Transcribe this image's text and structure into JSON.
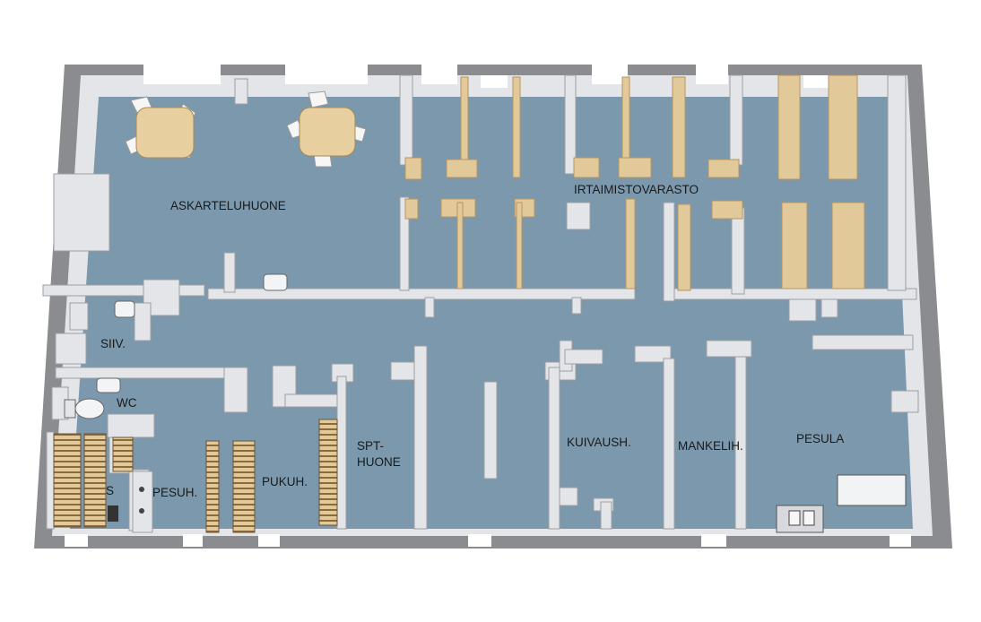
{
  "colors": {
    "floor": "#7b98ad",
    "wall_top": "#e3e5e8",
    "wall_side": "#9c9ea3",
    "wall_outer": "#8a8c90",
    "wood": "#e2c999",
    "wood_dark": "#c9a874",
    "table": "#e7cf9f",
    "background": "#ffffff"
  },
  "rooms": {
    "askarteluhuone": "ASKARTELUHUONE",
    "irtaimistovarasto": "IRTAIMISTOVARASTO",
    "siiv": "SIIV.",
    "wc": "WC",
    "s": "S",
    "pesuh": "PESUH.",
    "pukuh": "PUKUH.",
    "spt_line1": "SPT-",
    "spt_line2": "HUONE",
    "kuivaush": "KUIVAUSH.",
    "mankelih": "MANKELIH.",
    "pesula": "PESULA"
  },
  "icons": {
    "table": "table-icon",
    "chair": "chair-icon",
    "sink": "sink-icon",
    "toilet": "toilet-icon",
    "shower": "shower-icon",
    "bench": "bench-icon",
    "storage_partition": "storage-partition-icon",
    "laundry_counter": "laundry-counter-icon"
  }
}
